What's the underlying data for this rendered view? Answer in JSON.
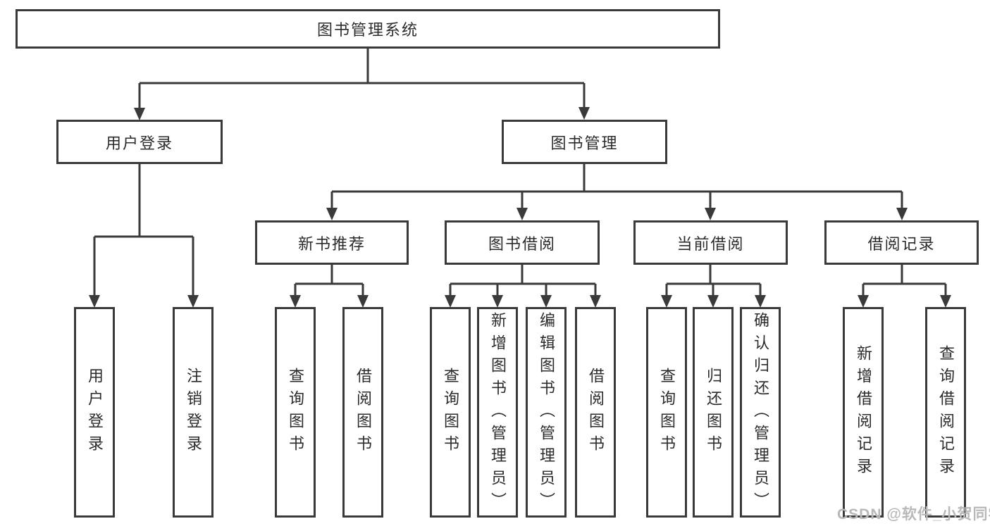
{
  "diagram": {
    "root_label": "图书管理系统",
    "level2": {
      "user_login": "用户登录",
      "book_management": "图书管理"
    },
    "level3": {
      "new_book_recommend": "新书推荐",
      "book_borrow": "图书借阅",
      "current_borrow": "当前借阅",
      "borrow_records": "借阅记录"
    },
    "leaves": {
      "user_login_children": [
        "用户登录",
        "注销登录"
      ],
      "new_book_children": [
        "查询图书",
        "借阅图书"
      ],
      "borrow_children": [
        "查询图书",
        "新增图书（管理员）",
        "编辑图书（管理员）",
        "借阅图书"
      ],
      "current_children": [
        "查询图书",
        "归还图书",
        "确认归还（管理员）"
      ],
      "records_children": [
        "新增借阅记录",
        "查询借阅记录"
      ]
    },
    "watermark": "CSDN @软件_小贺同学",
    "colors": {
      "line": "#3a3a3a",
      "text": "#2b2b2b",
      "watermark": "#b8b8b8",
      "background": "#ffffff"
    }
  }
}
